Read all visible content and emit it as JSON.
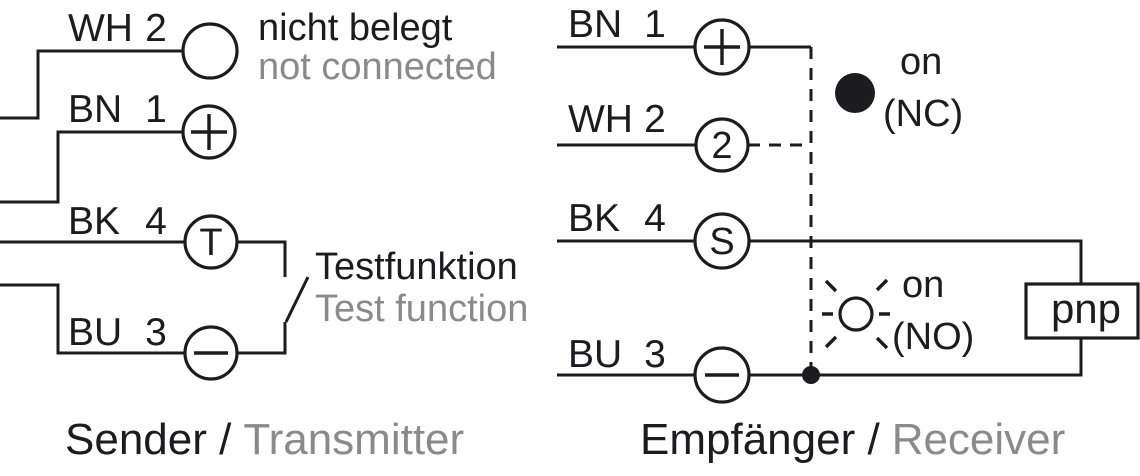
{
  "diagram": {
    "type": "wiring-connection-diagram",
    "colors": {
      "ink": "#1b1b20",
      "gray": "#8a8a8a",
      "background": "#ffffff"
    },
    "transmitter": {
      "title_de": "Sender /",
      "title_en": "Transmitter",
      "rows": [
        {
          "code": "WH",
          "pin": "2",
          "terminal": "",
          "note_de": "nicht belegt",
          "note_en": "not connected"
        },
        {
          "code": "BN",
          "pin": "1",
          "terminal": "+"
        },
        {
          "code": "BK",
          "pin": "4",
          "terminal": "T"
        },
        {
          "code": "BU",
          "pin": "3",
          "terminal": "−"
        }
      ],
      "switch_label_de": "Testfunktion",
      "switch_label_en": "Test function"
    },
    "receiver": {
      "title_de": "Empfänger /",
      "title_en": "Receiver",
      "rows": [
        {
          "code": "BN",
          "pin": "1",
          "terminal": "+"
        },
        {
          "code": "WH",
          "pin": "2",
          "terminal": "2"
        },
        {
          "code": "BK",
          "pin": "4",
          "terminal": "S"
        },
        {
          "code": "BU",
          "pin": "3",
          "terminal": "−"
        }
      ],
      "nc_indicator": {
        "state": "on",
        "mode": "(NC)"
      },
      "no_indicator": {
        "state": "on",
        "mode": "(NO)"
      },
      "output_type": "pnp"
    }
  }
}
